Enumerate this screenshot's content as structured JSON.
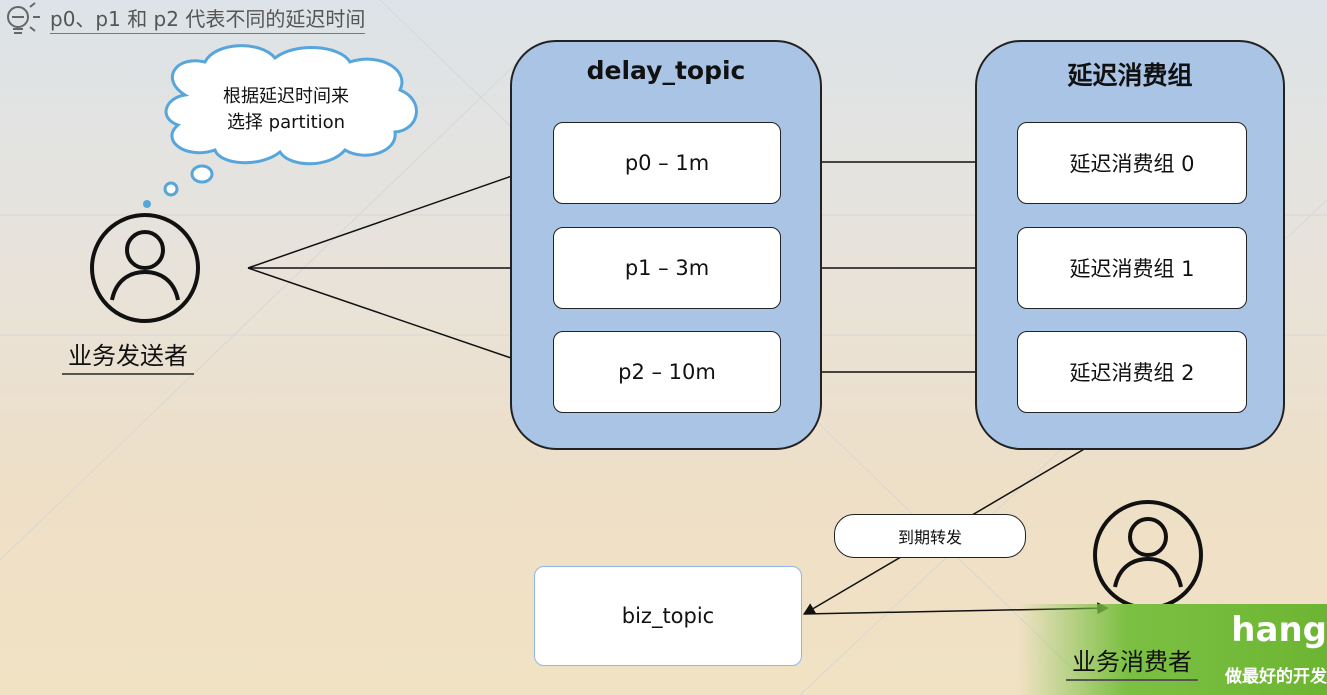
{
  "header": {
    "title": "p0、p1 和 p2 代表不同的延迟时间",
    "icon": "lightbulb-icon"
  },
  "thought_bubble": {
    "line1": "根据延迟时间来",
    "line2": "选择 partition"
  },
  "producer": {
    "label": "业务发送者",
    "icon": "user-icon"
  },
  "delay_topic": {
    "title": "delay_topic",
    "partitions": [
      "p0 – 1m",
      "p1 – 3m",
      "p2 – 10m"
    ]
  },
  "consumer_groups": {
    "title": "延迟消费组",
    "items": [
      "延迟消费组 0",
      "延迟消费组 1",
      "延迟消费组 2"
    ]
  },
  "forward": {
    "label": "到期转发"
  },
  "biz_topic": {
    "label": "biz_topic"
  },
  "consumer": {
    "label": "业务消费者",
    "icon": "user-icon"
  },
  "watermark": {
    "big": "hang",
    "small": "做最好的开发"
  },
  "colors": {
    "group_fill": "#aac4e6",
    "node_fill": "#ffffff",
    "watermark_green": "#7cc043"
  }
}
